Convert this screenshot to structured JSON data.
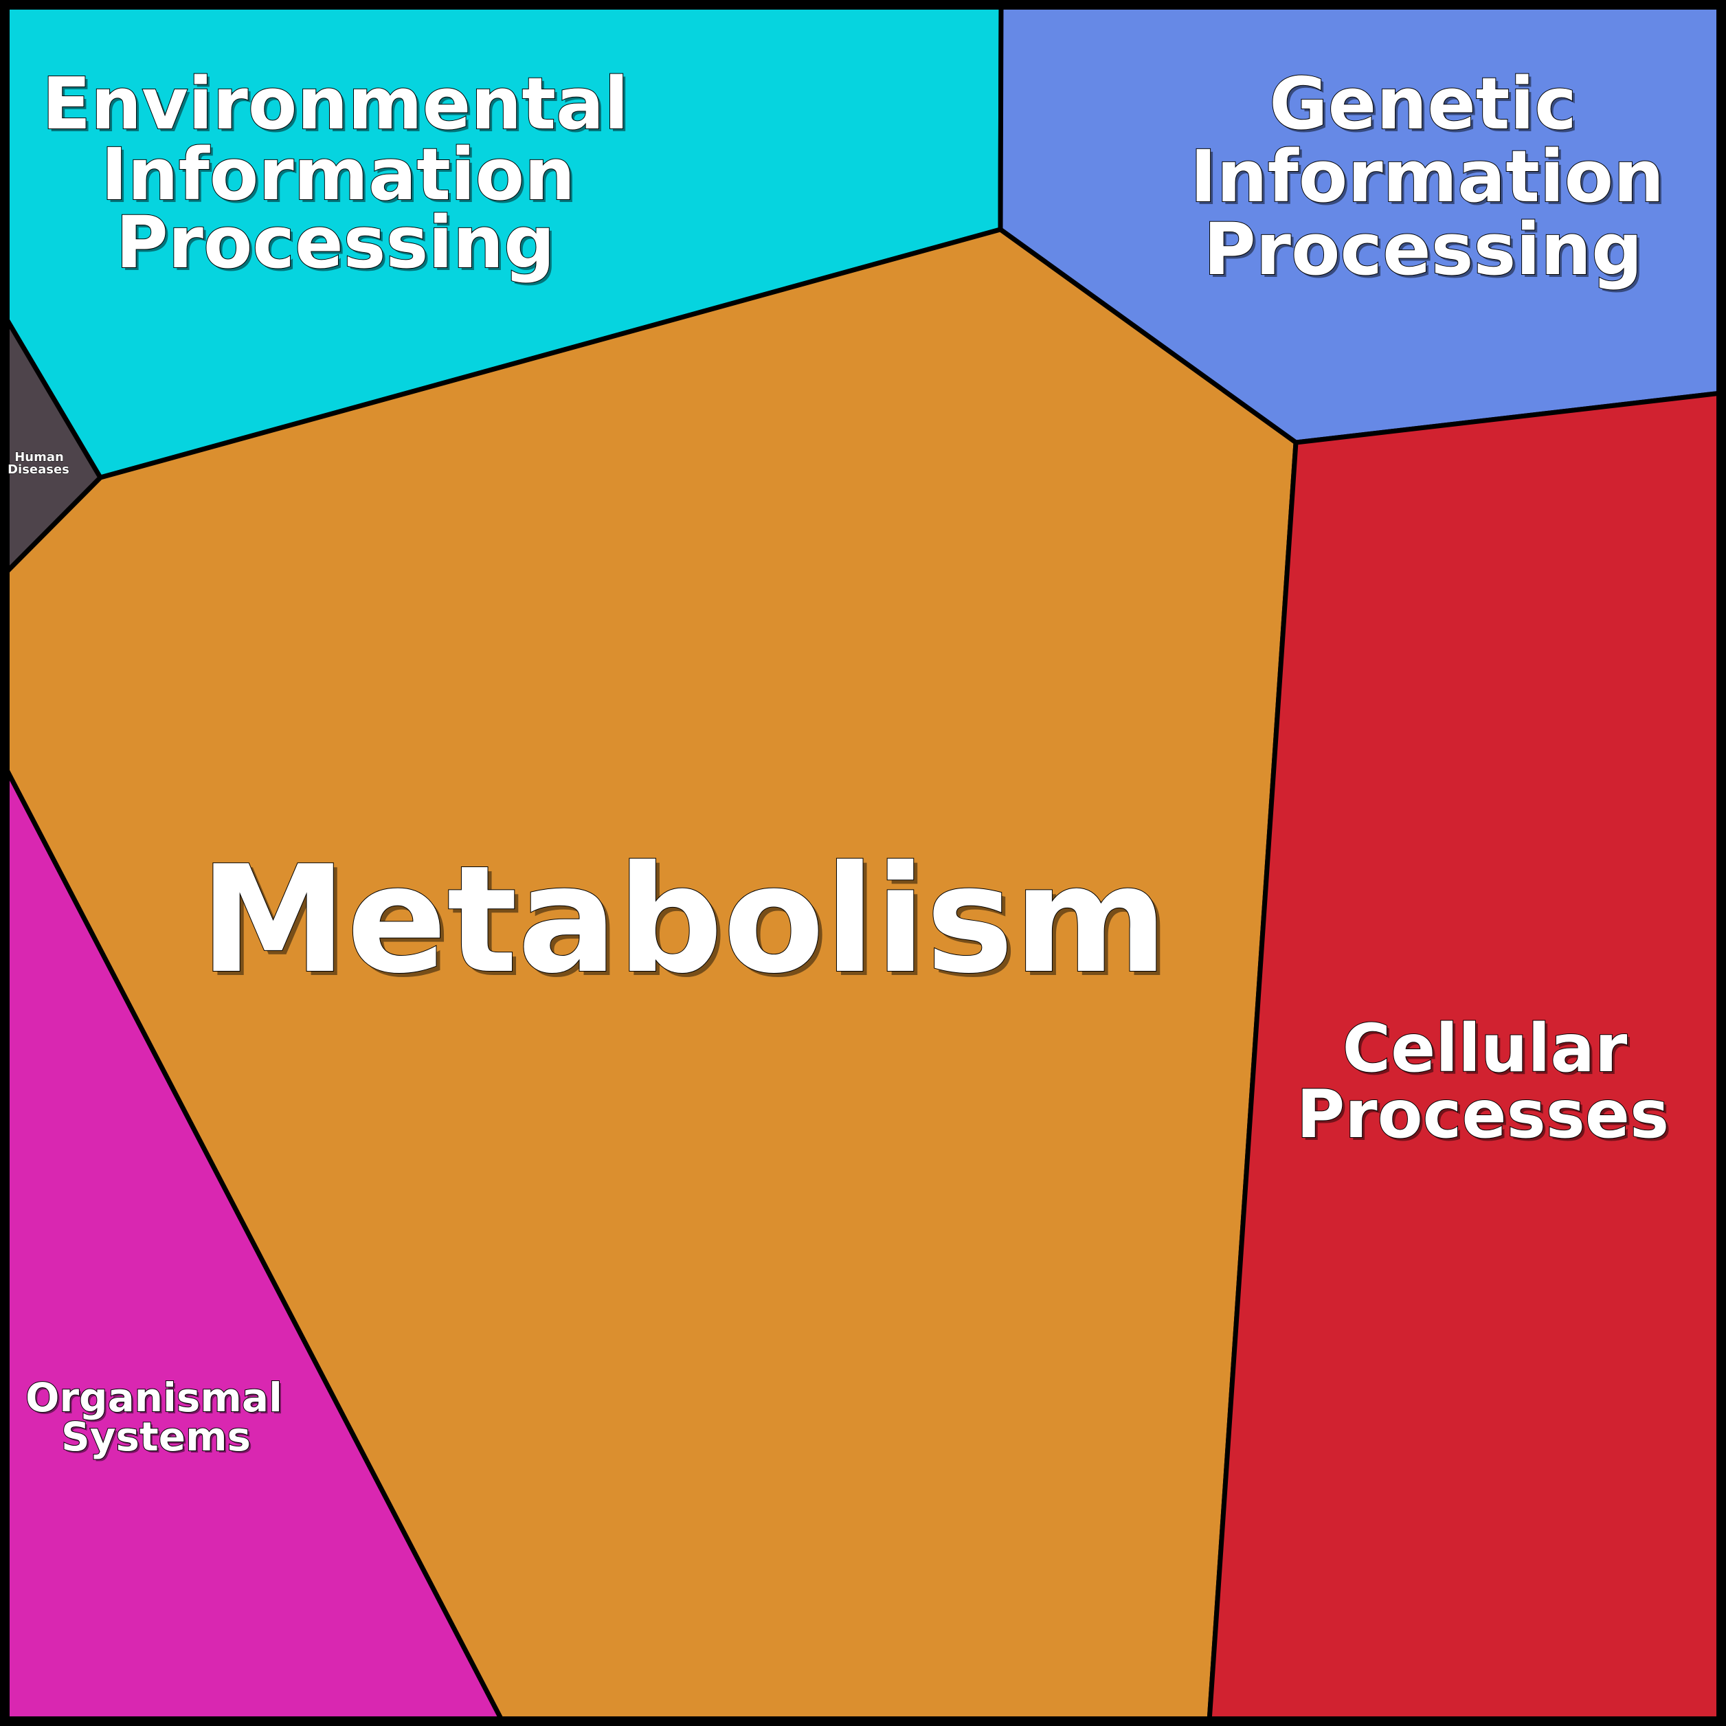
{
  "diagram": {
    "regions": [
      {
        "id": "environmental",
        "color": "#06d4df",
        "lines": [
          "Environmental",
          "Information",
          "Processing"
        ]
      },
      {
        "id": "genetic",
        "color": "#6689e6",
        "lines": [
          "Genetic",
          "Information",
          "Processing"
        ]
      },
      {
        "id": "metabolism",
        "color": "#db8f2f",
        "lines": [
          "Metabolism"
        ]
      },
      {
        "id": "cellular",
        "color": "#d12230",
        "lines": [
          "Cellular",
          "Processes"
        ]
      },
      {
        "id": "organismal",
        "color": "#d927b1",
        "lines": [
          "Organismal",
          "Systems"
        ]
      },
      {
        "id": "human-diseases",
        "color": "#4e444b",
        "lines": [
          "Human",
          "Diseases"
        ]
      }
    ]
  }
}
